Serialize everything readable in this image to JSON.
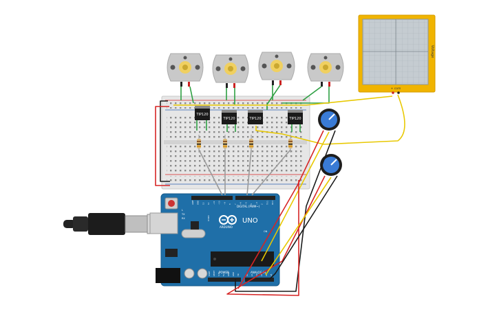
{
  "transistors": [
    {
      "label": "TIP120"
    },
    {
      "label": "TIP120"
    },
    {
      "label": "TIP120"
    },
    {
      "label": "TIP120"
    }
  ],
  "arduino": {
    "model": "UNO",
    "brand": "ARDUINO",
    "digital_label": "DIGITAL (PWM~)",
    "analog_label": "ANALOG IN",
    "power_label": "POWER",
    "tx_label": "TX",
    "rx_label": "RX",
    "l_label": "L",
    "on_label": "ON",
    "icsp_label": "ICSP2",
    "pin_labels_top": [
      "AREF",
      "GND",
      "13",
      "12",
      "~11",
      "~10",
      "~9",
      "8",
      "7",
      "~6",
      "~5",
      "4",
      "~3",
      "2",
      "TX 1",
      "RX 0"
    ],
    "pin_labels_power": [
      "IOREF",
      "RESET",
      "3.3V",
      "5V",
      "GND",
      "GND",
      "Vin"
    ],
    "pin_labels_analog": [
      "A0",
      "A1",
      "A2",
      "A3",
      "A4",
      "A5"
    ]
  },
  "multimeter": {
    "side_label": "Voltage",
    "pin_label": "+ com"
  },
  "colors": {
    "breadboard": "#e3e3e3",
    "arduino": "#1f6fa8",
    "wire_green": "#2ea043",
    "wire_red": "#d62424",
    "wire_black": "#1a1a1a",
    "wire_yellow": "#e8c800",
    "wire_gray": "#9a9a9a",
    "motor_body": "#c9c9c9",
    "motor_shaft": "#f0d060",
    "pot_knob": "#3a7bd5",
    "meter_frame": "#f0b400",
    "meter_screen": "#c5ccd1"
  }
}
